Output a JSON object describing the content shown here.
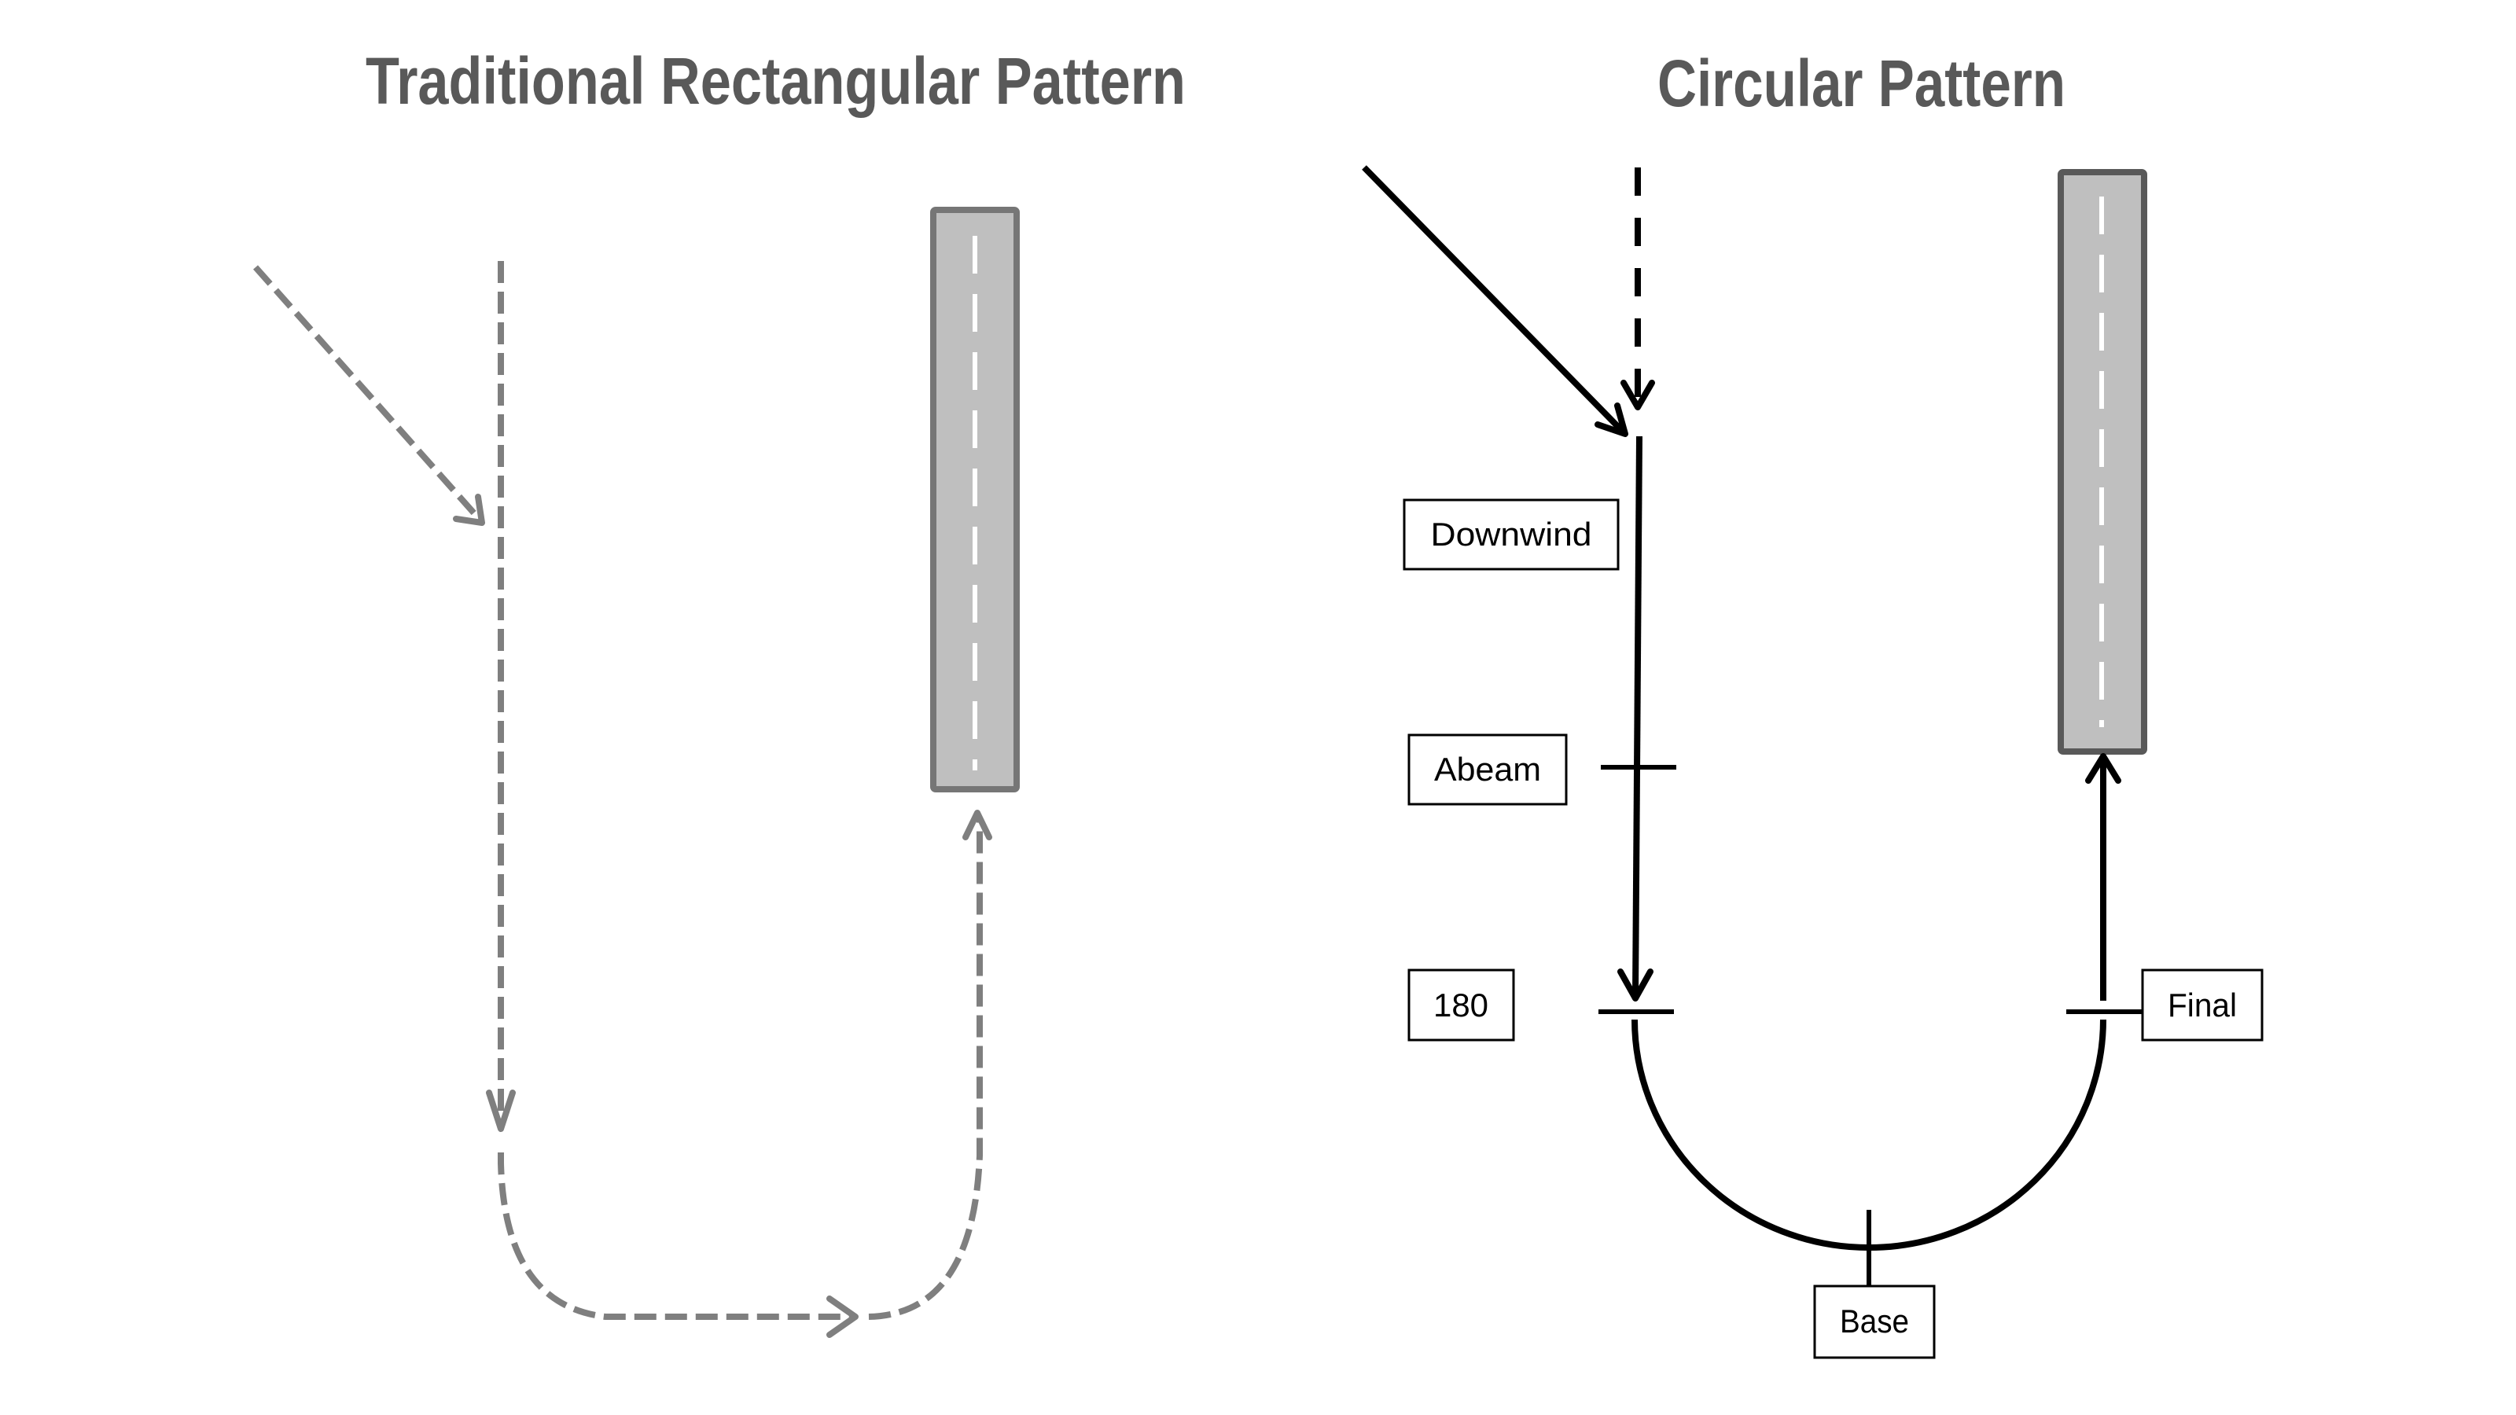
{
  "diagram": {
    "colors": {
      "title": "#595959",
      "runway_fill": "#bfbfbf",
      "runway_border_left": "#767676",
      "runway_border_right": "#595959",
      "traditional_path": "#7f7f7f",
      "circular_path": "#000000",
      "centerline": "#ffffff"
    },
    "traditional": {
      "title": "Traditional Rectangular Pattern",
      "elements": [
        "entry-arrow",
        "downwind-leg",
        "base-leg",
        "final-leg",
        "runway"
      ]
    },
    "circular": {
      "title": "Circular Pattern",
      "labels": {
        "downwind": "Downwind",
        "abeam": "Abeam",
        "one_eighty": "180",
        "base": "Base",
        "final": "Final"
      }
    }
  }
}
